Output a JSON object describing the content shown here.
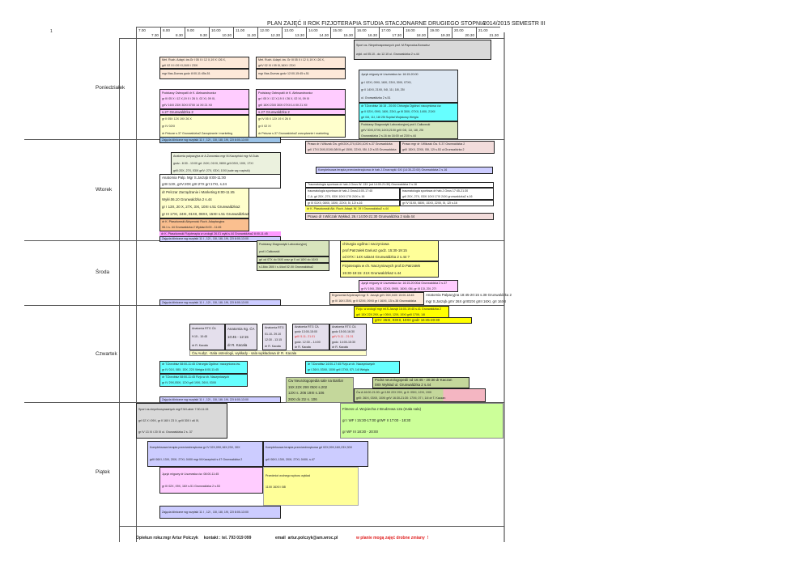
{
  "page_number": "1",
  "title": "PLAN ZAJĘĆ II ROK FIZJOTERAPIA STUDIA STACJONARNE DRUGIEGO STOPNIA",
  "semester": "2014/2015 SEMESTR III",
  "header": {
    "hours": [
      "7.00",
      "8.00",
      "9.00",
      "10.00",
      "11.00",
      "12.00",
      "13.00",
      "14.00",
      "15.00",
      "16.00",
      "17.00",
      "18.00",
      "19.00",
      "20.00",
      "21.00"
    ],
    "halves": [
      "7.30",
      "8.30",
      "9.30",
      "10.30",
      "11.30",
      "12.30",
      "13.30",
      "14.30",
      "15.30",
      "16.30",
      "17.30",
      "18.30",
      "19.30",
      "20.30",
      "21.30"
    ]
  },
  "days": {
    "mon": "Poniedziałek",
    "tue": "Wtorek",
    "wed": "Środa",
    "thu": "Czwartek",
    "fri": "Piątek"
  },
  "blocks": {
    "mon_sport": {
      "lines": [
        "Sport os. Niepełnosprawnych prof. M.Paprocka-Borowicz",
        "wykł. od 05.10 - do 12.10 ul. Grunwaldzka 2 s.44"
      ]
    },
    "mon_met1": {
      "lines": [
        "Met. Ruch. Adapt. ćw.Gr I 05 X i 12 X,19 X i 26 X,",
        "grII 02 XI i 09 XI,16XI i 23XI"
      ]
    },
    "mon_met1b": {
      "lines": [
        "mgr Ilias-Dumas godz 8:00-11:45s.51"
      ]
    },
    "mon_met2": {
      "lines": [
        "Met. Ruch. Adapt. ćw. Gr III 05 X i 12 X,19 X i 26 X,",
        "grIV 02 XI i 09 XI,16XI i 23XI"
      ]
    },
    "mon_met2b": {
      "lines": [
        "mgr Ilias-Dumas godz 12:00-15:45 s.51"
      ]
    },
    "mon_migowy": {
      "lines": [
        "Język migowy dr Liszewska ćw. 16:15-20:00",
        "gr I 02XI, 09XI, 16XI, 23XI, 30XI, 07XII,",
        "gr II 14XII, 21XII, 04I, 11I, 18I, 25I",
        "ul. Grunwaldzka 2 s.51"
      ]
    },
    "mon_chir": {
      "lines": [
        "dr T.Dorobisz 16:15 - 20:00 Chirurgia Ogólna i naczyniowa ćw.",
        "gr II 02XI, 09XI, 16XI, 23XI, gr III 30XI, 07XII, 14XII, 21XII",
        "grI 04I, 11I, 18I 25I Szpital Wojskowy Weigla"
      ]
    },
    "mon_diag": {
      "lines": [
        "Podstawy Diagnostyki Laboratoryjnej prof.I.Całkowski",
        "grIV 30XI,07XII,14XII,21XII  grIII 04I, 11I, 18I, 25I",
        "Grunwaldzka 2 s.16 do 16:00 od 23XI s.44"
      ]
    },
    "mon_osteo1": {
      "lines": [
        "Podstawy Osteopatii dr K. Aleksandrowicz",
        "gr III 05 X i 12 X,19 X i 26 X, 02 XI, 09 XI,",
        "grIV 16XI 23XI 30XI 07XII 14 XII 21 XII"
      ]
    },
    "mon_osteo1s": {
      "lines": [
        "s.27 Grunwaldzka 2"
      ]
    },
    "mon_zarz1": {
      "lines": [
        "gr II 05X 12X 19X 26 X",
        "gr IV 02XI",
        "dr Pelczar s.37 Grunwaldzka2 Zarządzanie i marketing"
      ]
    },
    "mon_osteo2": {
      "lines": [
        "Podstawy Osteopatii dr K. Aleksandrowicz",
        "gr I 05 X i 12 X,19 X i 26 X, 02 XI, 09 XI",
        "grII 16XI 23XI 30XI 07XII 14 XII 21 XII"
      ]
    },
    "mon_osteo2s": {
      "lines": [
        "s.27 Grunwaldzka 2"
      ]
    },
    "mon_zarz2": {
      "lines": [
        "gr IV 05 X 12X 19 X 26 X",
        "gr II 02 XI",
        "dr Pelczar s.37 Grunwaldzka2 zarządzanie i marketing"
      ]
    },
    "mon_klin": {
      "lines": [
        "Zajęcia kliniczne wg rozpiski 11 I , 12I , 15I, 18I, 19I, 22I  8:00-13:00"
      ]
    },
    "tue_prawo1": {
      "lines": [
        "Prawo dr I.Wilczak Ćw. grIV20X,27X,03XI,10XI s.37 Grunwaldzka",
        "grII 17XI 24XI,01XII,08XII grI 15XII, 22XII, 05I, 12I s.53 Grunwaldzka"
      ]
    },
    "tue_prawo2": {
      "lines": [
        "Prawo mgr dr I.Wilczak Ćw. S.37 Grunwaldzka 2",
        "grIII 15XII, 22XII, 05I, 12I s.53 ul.Grunwaldzka 2"
      ]
    },
    "tue_anat": {
      "lines": [
        "Anatomia palpacyjna  dr A.Żurowska mgr M.Kaczyński mgr M.Guła",
        "godz.: 8:30 - 13:00 grI: 24XI, 01XII, 08XII grII:03XI, 10XI, 17XI",
        "grIII:20X, 27X, 03XI grIV: 27X, 03XI, 10XI (sale wg rozpiski)"
      ]
    },
    "tue_kompl": {
      "lines": [
        "Kompleksowa terapia przeciwobrzękowa dr hab.J.Gnus wykł. 6XI (14:30-22:00) Grunwaldzka 2 s.16"
      ]
    },
    "tue_jarzab": {
      "lines": [
        "Anatomia Palp. Mgr S.Jarząb 8:00-11:00",
        "grIII:13X, grIV:20X grII:27X grI:17XI, s.24"
      ]
    },
    "tue_pelczar": {
      "lines": [
        "dr Pelczar  Zarządzanie i Marketing 8:00-11:45",
        "Wykł.06.10 Grunwaldzka 2 s.44",
        "gr I 13X, 20 X, 27X, 3XI, 10XI s.51 Grunwaldzka2",
        "gr III 17XI, 24XI, 01XII, 08XII, 15XII  s.51 Grunwaldzka2"
      ]
    },
    "tue_ptasz1": {
      "lines": [
        "dr K. Ptaszkowski Aktywność Ruch. Adaptacyjna",
        "06.1 s. 44 Grunwaldzka 2 Wykład 8:00 - 11:45"
      ]
    },
    "tue_ptasz2": {
      "lines": [
        "dr K. Ptaszkowski Fizjoterapia w urologii 26.01 wykł.s.44 Grunwaldzka2 8:00-11:45"
      ]
    },
    "tue_klin": {
      "lines": [
        "Zajęcia kliniczne wg rozpiski 11 I , 12I , 15I, 18I, 19I, 22I  8:00-13:00"
      ]
    },
    "tue_trauma": {
      "lines": [
        "Traumatologia sportowa dr hab.J.Gnus W: 13X (od 14:00-21:30) Grunwaldzka 2 s.16"
      ]
    },
    "tue_trauma1": {
      "lines": [
        "traumatologia sportowa dr hab.J.Gnus14:00-17:45",
        "C.A. grI 20X, 27X, 03XI 10XI 17XI 24XI s.16"
      ]
    },
    "tue_trauma1b": {
      "lines": [
        "gr III 01XII, 08XII, 15XII, 22XII, 5I, 12I s.16"
      ]
    },
    "tue_trauma2": {
      "lines": [
        "traumatologia sportowa dr hab.J.Gnus 17:45-21:30",
        "grII 20X, 27X, 03XI 10XI 17XI 24XI grunwaldzka2 s.16"
      ]
    },
    "tue_trauma2b": {
      "lines": [
        "gr IV 01XII, 08XII, 15XII, 22XII, 5I, 12I s.16"
      ]
    },
    "tue_ptasz3": {
      "lines": [
        "dr K. Ptaszkowski Akt. Ruch. Adapt. W. 19 I Grunwaldzka2 s.44"
      ]
    },
    "tue_prawo3": {
      "lines": [
        "Prawo dr I.Wilczak Wykład, 26.I 14:00-21:30 Grunwaldzka 2 sala 44"
      ]
    },
    "wed_diag": {
      "lines": [
        "Podstawy Diagnostyki Laboratoryjnej",
        "prof.I.Całkowski"
      ]
    },
    "wed_diag2": {
      "lines": [
        "grI od 07X do 04XI oraz gr II od 18XI do 16XII"
      ]
    },
    "wed_diag3": {
      "lines": [
        "s.18do 28XI i s.44od 02.XII Grunwaldzka2"
      ]
    },
    "wed_chir": {
      "lines": [
        "chirurgia ogólna i naczyniowa",
        "prof.Patrzałek Dariusz godz. 15:30-19:15",
        "od 07X i 14X sala44 Grunwaldzka 2  s.44 ?"
      ]
    },
    "wed_fizjo": {
      "lines": [
        "Fizjoterapia w ch. Naczyniowych prof.D.Patrzałek",
        "15:30-19:15:  21X Grunwaldzka2 s.44"
      ]
    },
    "wed_migowy": {
      "lines": [
        "Język migowy dr Liszewska ćw. 16:15-20:00ul Grunwaldzka 2  s.37",
        "gr IV 19XI, 25XI, 02XII, 09XII, 16XII, 06I, gr III 13I, 20I, 27I"
      ]
    },
    "wed_ergo": {
      "lines": [
        "Ergonomia fizjoterapii mgr S. Jarząb grIV 26X,04XI 15:00-18:45",
        "gr III 16XI 25XI, gr II 02XII, 09XII gr I 16XII, 13I s.38 Grunwaldzka"
      ]
    },
    "wed_anat": {
      "lines": [
        "Anatomia Palpacyjna 18:45-20:15 s.38 Grunwaldzka 2",
        "mgr S.Jarząb grIV 26X grII02XI grIII 16XI, grI 16XII"
      ]
    },
    "wed_klin": {
      "lines": [
        "Zajęcia kliniczne wg rozpiski 11 I , 12I , 15I, 18I, 19I, 22I  8:00-13:00"
      ]
    },
    "wed_uro": {
      "lines": [
        "Fizjo. w urologii mgr mł.S.Jarząb 16:00-19:45 s.41 Grunwaldzka 2",
        "grII 15X 22X 29X, gr I 05XI, 12XI, 19XI grIII 17XII, 14I"
      ]
    },
    "wed_uro2": {
      "lines": [
        "grIV: 26XI, 03XII, 10XII godz 16:45-20:30"
      ]
    },
    "thu_rtg1": {
      "lines": [
        "Anatomia RTG ĆA",
        "9:15 - 10:45",
        "dr R. Kacała"
      ]
    },
    "thu_rtg2": {
      "lines": [
        "Anatomia rtg. ĆA",
        "10:45 - 12:15",
        "dr R. Kacała"
      ]
    },
    "thu_rtg3": {
      "lines": [
        "Anatomia RTG",
        "01.10- 29.10",
        "12:30 - 13:15",
        "dr R. Kacała"
      ]
    },
    "thu_rtg4": {
      "lines": [
        "Anatomia RTG ĆA",
        "godz 13:00-15:00",
        "grIII 5.11- 21.01",
        "godz. 12:30 – 14:00",
        "dr R. Kacała"
      ]
    },
    "thu_rtg5": {
      "lines": [
        "Anatomia RTG ĆA",
        "godz 15:00-16:30",
        "grIV 5.11 - 21.01",
        "godz. 14:00-15:30",
        "dr R. Kacała"
      ]
    },
    "thu_audyt": {
      "lines": [
        "Ćw.Audyt. -Sala osteologii, wykłady - sala wykładowa dr R. Kacała"
      ]
    },
    "thu_chir": {
      "lines": [
        "dr T.Dorobisz 08:00-11:45 Chirurgia Ogólna i naczyniowa ćw.",
        "gr IV 01X, 08X, 15X, 22X Weigla 8:00-11:45"
      ]
    },
    "thu_fizjo": {
      "lines": [
        "dr T.Dorobisz 08:00-11:45 Fizjo.w ch. Naczyniowych",
        "gr IV 29X,05XI, 12XI grII 19XI, 26XI, 03XII"
      ]
    },
    "thu_fizjo2": {
      "lines": [
        "dr T.Dorobisz 14:00-17:45 Fizjo.w ch. Naczyniowych",
        "gr I 26XI, 03XII, 10XII grII 17XII, 07I, 14I Weigla"
      ]
    },
    "thu_neuro": {
      "lines": [
        "Ćw Neurologopedia sale na Bartla!",
        "15X 22X 29X 05XI s.202",
        "12XI s. 206   19XI s.106",
        "26XI do 21I s. 106"
      ]
    },
    "thu_podst": {
      "lines": [
        "Podst neurologopedii od 16:45 - 20:30 dr Kaczan",
        "08X Wykład ul. Grunwaldzka 2 s.44"
      ]
    },
    "thu_cwa": {
      "lines": [
        "Ćw A:16:00-21:00: grI 15X 22X 29X, gr II: 05XI, 12XI, 19XI",
        "grIII: 26XI, 03XII, 10XII grIV 16:30-21:30: 17XII, 07 I, 14I dr T. Kaczan"
      ]
    },
    "thu_klin": {
      "lines": [
        "Zajęcia kliniczne wg rozpiski 11 I , 12I , 15I, 18I, 19I, 22I  8:00-13:00"
      ]
    },
    "fri_sport": {
      "lines": [
        "Sport os.niepełnosprawnych mgrT.W.Laber 7:30-11:15",
        "grI 02 X i 09X, gr II 16X i 23 X, grIII 30X i o6 XI,",
        "gr IV 13 XI i 20 XI ul. Grunwaldzka 2 s. 37"
      ]
    },
    "fri_fitness": {
      "lines": [
        "Fitness ul. Wojciecha z Brudzewa 12a (mała sala)",
        "gr I WF  I 15:30-17:00      grWF II 17:00 - 18:30",
        "gr WF  III 18:30 - 20:00"
      ]
    },
    "fri_kompl1": {
      "lines": [
        "Kompleksowa terapia przeciwobrzękowa gr IV 02X,09X,16X,23X, 30X",
        "grIII 06XI, 13XI, 20XI, 27XI, 04XII mgr M.Kaczyński s.47 Grunwaldzka 2"
      ]
    },
    "fri_kompl2": {
      "lines": [
        "Kompleksowa terapia przeciwobrzękowa grI 02X,09X,16X,23X,30X",
        "grII 06XI, 13XI, 20XI, 27XI, 04XII, s.47"
      ]
    },
    "fri_migowy": {
      "lines": [
        "Język migowy dr Liszewska ćw. 08:00-11:45",
        "gr III 02X, 09X, 16X s.51 Grunwaldzka 2 s.53"
      ]
    },
    "fri_wolny": {
      "lines": [
        "Przedmiot wolnego wyboru wykład",
        "11XII 16XII i 08I"
      ]
    },
    "fri_klin": {
      "lines": [
        "Zajęcia kliniczne wg rozpiski 11 I , 12I , 15I, 18I, 19I, 22I  8:00-13:00"
      ]
    }
  },
  "footer": {
    "advisor": "Opiekun roku:mgr Artur Polczyk     kontakt : tel. 793 019 099",
    "email": "email  artur.polczyk@am.wroc.pl",
    "note": "w planie mogą zajęć drobne zmiany  !"
  }
}
